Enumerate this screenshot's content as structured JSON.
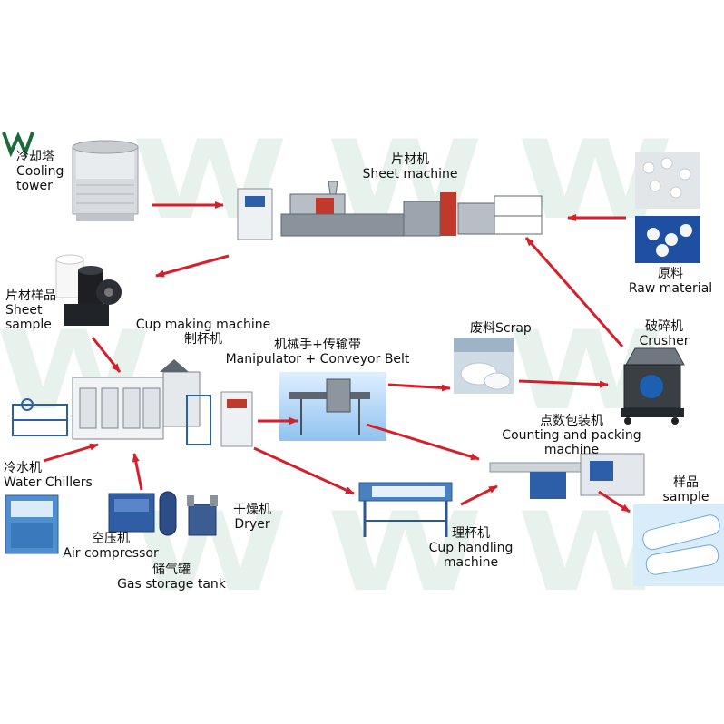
{
  "logo_text": "W",
  "accent_colors": {
    "arrow": "#d71f2b",
    "machine_blue": "#2d5fa8",
    "watermark": "#2e8b57"
  },
  "nodes": {
    "cooling_tower": {
      "zh": "冷却塔",
      "en": "Cooling\ntower"
    },
    "sheet_machine": {
      "zh": "片材机",
      "en": "Sheet machine"
    },
    "raw_material": {
      "zh": "原料",
      "en": "Raw material"
    },
    "sheet_sample": {
      "zh": "片材样品",
      "en": "Sheet\nsample"
    },
    "cup_making": {
      "en": "Cup making machine",
      "zh": "制杯机"
    },
    "manipulator": {
      "zh": "机械手+传输带",
      "en": "Manipulator + Conveyor Belt"
    },
    "scrap": {
      "zh": "废料",
      "en": "Scrap"
    },
    "crusher": {
      "zh": "破碎机",
      "en": "Crusher"
    },
    "counting": {
      "zh": "点数包装机",
      "en": "Counting and packing\nmachine"
    },
    "sample": {
      "zh": "样品",
      "en": "sample"
    },
    "water_chillers": {
      "zh": "冷水机",
      "en": "Water Chillers"
    },
    "air_compressor": {
      "zh": "空压机",
      "en": "Air compressor"
    },
    "gas_tank": {
      "zh": "储气罐",
      "en": "Gas storage tank"
    },
    "dryer": {
      "zh": "干燥机",
      "en": "Dryer"
    },
    "cup_handling": {
      "zh": "理杯机",
      "en": "Cup handling\nmachine"
    }
  }
}
